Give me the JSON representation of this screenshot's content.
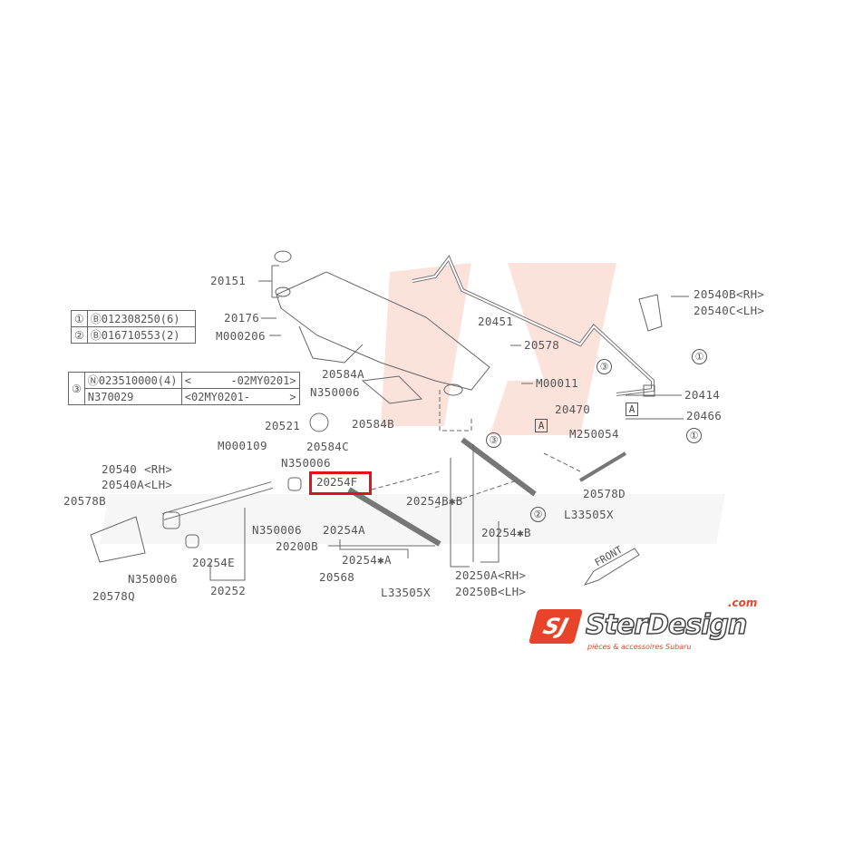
{
  "diagram": {
    "highlighted_part": "20254F",
    "highlight_color": "#e0131b",
    "spec_table_1": [
      {
        "ref": "①",
        "part": "Ⓑ012308250(6)"
      },
      {
        "ref": "②",
        "part": "Ⓑ016710553(2)"
      }
    ],
    "spec_table_2": {
      "ref": "③",
      "rows": [
        {
          "part": "Ⓝ023510000(4)",
          "range": "<      -02MY0201>"
        },
        {
          "part": "N370029",
          "range": "<02MY0201-      >"
        }
      ]
    },
    "labels": {
      "p20151": "20151",
      "p20176": "20176",
      "pM000206": "M000206",
      "p20584A": "20584A",
      "pN350006a": "N350006",
      "p20521": "20521",
      "p20584B": "20584B",
      "p20584C": "20584C",
      "pN350006b": "N350006",
      "pM000109": "M000109",
      "p20540rh": "20540 <RH>",
      "p20540alh": "20540A<LH>",
      "p20578B": "20578B",
      "pN350006c": "N350006",
      "p20254A": "20254A",
      "p20200B": "20200B",
      "p20254sA": "20254✱A",
      "p20568": "20568",
      "pL33505Xa": "L33505X",
      "p20254E": "20254E",
      "p20252": "20252",
      "pN350006d": "N350006",
      "p20578Q": "20578Q",
      "p20254BsB": "20254B✱B",
      "p20254sB": "20254✱B",
      "p20250A": "20250A<RH>",
      "p20250B": "20250B<LH>",
      "p20451": "20451",
      "p20578": "20578",
      "pM00011": "M00011",
      "p20540B": "20540B<RH>",
      "p20540C": "20540C<LH>",
      "p20414": "20414",
      "p20466": "20466",
      "p20470": "20470",
      "pM250054": "M250054",
      "p20578D": "20578D",
      "pL33505Xb": "L33505X"
    },
    "callouts": {
      "one": "①",
      "two": "②",
      "three": "③",
      "boxA": "A"
    },
    "front_label": "FRONT"
  },
  "logo": {
    "mark": "SJ",
    "name": "SterDesign",
    "domain": ".com",
    "tagline": "pièces & accessoires Subaru",
    "accent": "#e8442a"
  }
}
